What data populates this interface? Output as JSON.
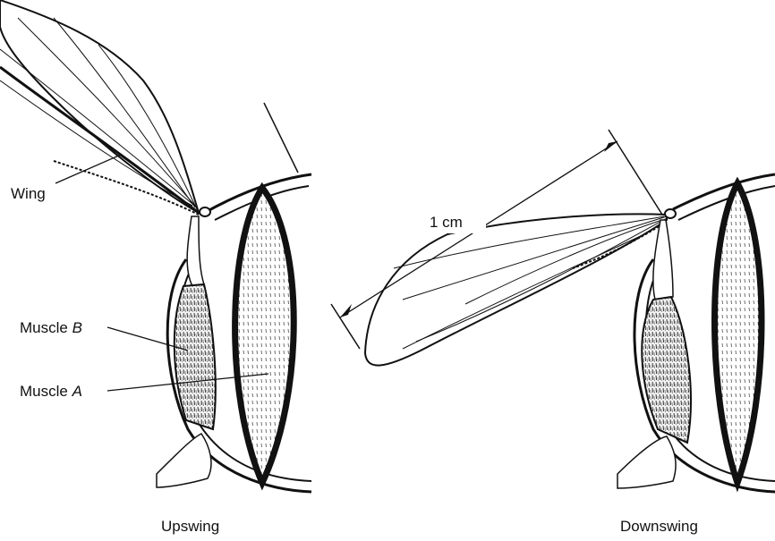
{
  "labels": {
    "wing": "Wing",
    "muscle_b_prefix": "Muscle ",
    "muscle_b_letter": "B",
    "muscle_a_prefix": "Muscle ",
    "muscle_a_letter": "A",
    "scale": "1 cm",
    "upswing": "Upswing",
    "downswing": "Downswing"
  }
}
